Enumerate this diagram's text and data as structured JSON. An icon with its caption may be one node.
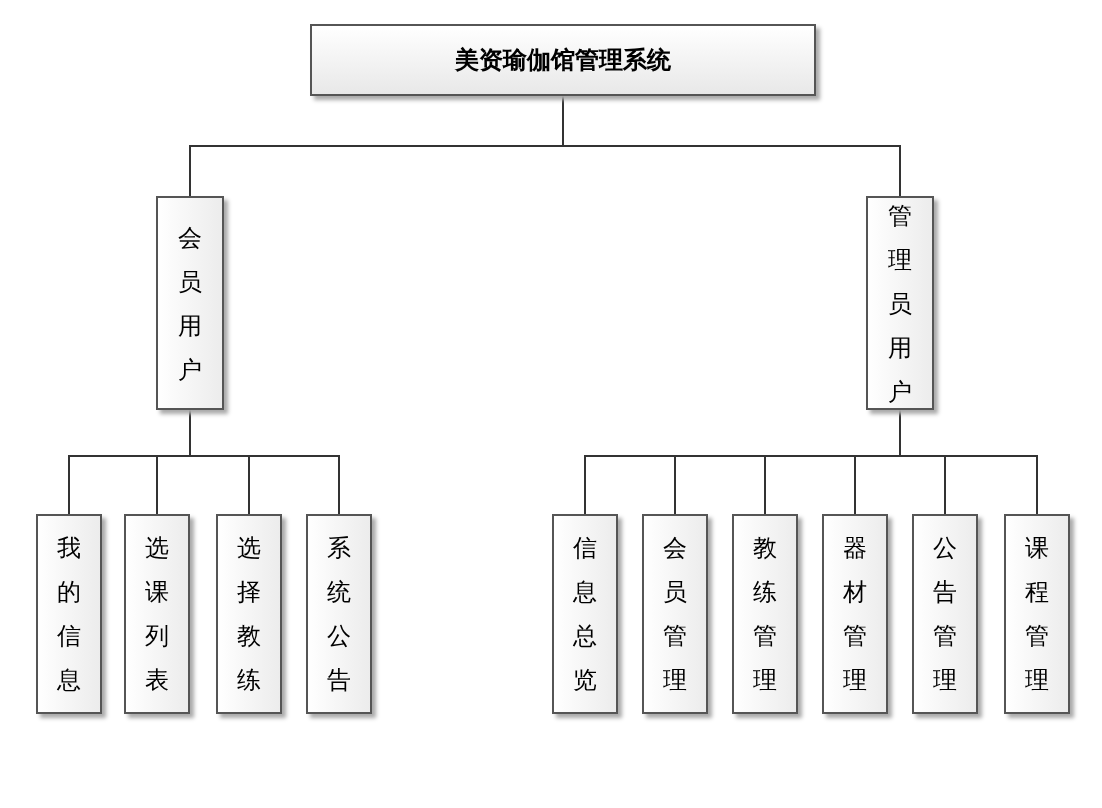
{
  "diagram": {
    "nodes": [
      {
        "text": [
          "美资瑜伽馆管理系统"
        ]
      },
      {
        "text": [
          "会员用户"
        ]
      },
      {
        "text": [
          "管理员用户"
        ]
      },
      {
        "text": [
          "我的信息"
        ]
      },
      {
        "text": [
          "选课列表"
        ]
      },
      {
        "text": [
          "选择教练"
        ]
      },
      {
        "text": [
          "系统公告"
        ]
      },
      {
        "text": [
          "信息总览"
        ]
      },
      {
        "text": [
          "会员管理"
        ]
      },
      {
        "text": [
          "教练管理"
        ]
      },
      {
        "text": [
          "器材管理"
        ]
      },
      {
        "text": [
          "公告管理"
        ]
      },
      {
        "text": [
          "课程管理"
        ]
      }
    ],
    "edges": [
      {
        "from": 0,
        "to": 1,
        "arrow": "none"
      },
      {
        "from": 0,
        "to": 2,
        "arrow": "none"
      },
      {
        "from": 1,
        "to": 3,
        "arrow": "none"
      },
      {
        "from": 1,
        "to": 4,
        "arrow": "none"
      },
      {
        "from": 1,
        "to": 5,
        "arrow": "none"
      },
      {
        "from": 1,
        "to": 6,
        "arrow": "none"
      },
      {
        "from": 2,
        "to": 7,
        "arrow": "none"
      },
      {
        "from": 2,
        "to": 8,
        "arrow": "none"
      },
      {
        "from": 2,
        "to": 9,
        "arrow": "none"
      },
      {
        "from": 2,
        "to": 10,
        "arrow": "none"
      },
      {
        "from": 2,
        "to": 11,
        "arrow": "none"
      },
      {
        "from": 2,
        "to": 12,
        "arrow": "none"
      }
    ]
  }
}
